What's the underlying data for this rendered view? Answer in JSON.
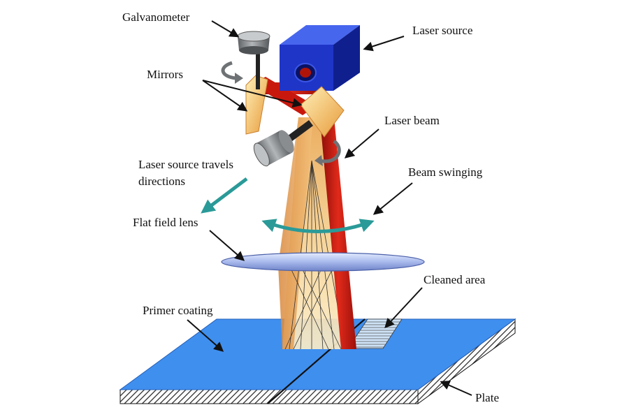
{
  "labels": {
    "galvanometer": "Galvanometer",
    "mirrors": "Mirrors",
    "laser_source": "Laser source",
    "laser_beam": "Laser beam",
    "travel_line1": "Laser source travels",
    "travel_line2": "directions",
    "beam_swinging": "Beam swinging",
    "flat_field_lens": "Flat field lens",
    "cleaned_area": "Cleaned area",
    "primer_coating": "Primer coating",
    "plate": "Plate"
  },
  "colors": {
    "laser_source_box": "#1f35c8",
    "laser_beam": "#d01a10",
    "scan_cone": "#f2c27a",
    "lens": "#b9c6ef",
    "plate_surface": "#3f8fef",
    "swing_arrow": "#2a9a98",
    "galvanometer": "#7c7f82"
  }
}
